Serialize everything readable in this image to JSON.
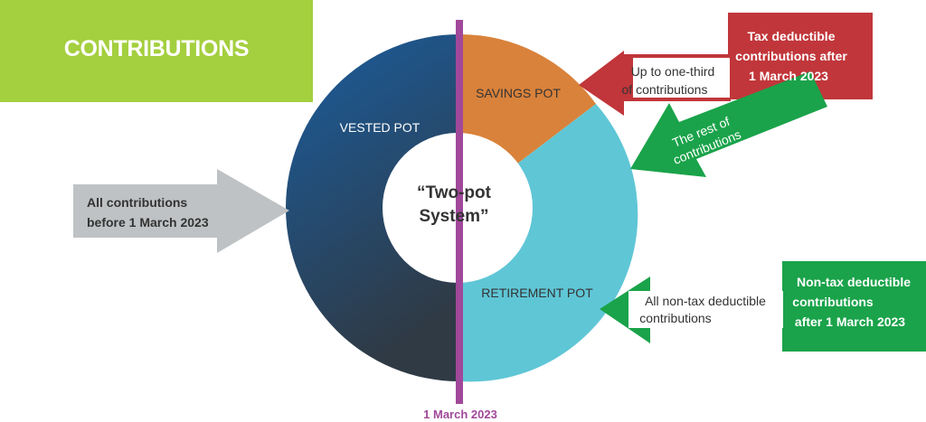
{
  "title": "CONTRIBUTIONS",
  "center_label": [
    "“Two-pot",
    "System”"
  ],
  "pots": {
    "vested": "VESTED POT",
    "savings": "SAVINGS POT",
    "retirement": "RETIREMENT POT"
  },
  "divider_date": "1 March 2023",
  "arrows": {
    "before": [
      "All contributions",
      "before 1 March 2023"
    ],
    "tax_box": [
      "Tax deductible",
      "contributions after",
      "1 March 2023"
    ],
    "tax_arrow": [
      "Up to one-third",
      "of contributions"
    ],
    "rest": [
      "The rest of",
      "contributions"
    ],
    "nontax_box": [
      "Non-tax deductible",
      "contributions",
      "after 1 March 2023"
    ],
    "nontax_arrow": [
      "All non-tax deductible",
      "contributions"
    ]
  },
  "colors": {
    "title_bg": "#a4cf3e",
    "vested_top": "#1a5d9e",
    "vested_bottom": "#2e3a47",
    "savings": "#d9823b",
    "retirement": "#5fc6d6",
    "divider": "#a1489a",
    "tax_red": "#c1363a",
    "green": "#1aa34a",
    "grey": "#bfc2c4"
  }
}
